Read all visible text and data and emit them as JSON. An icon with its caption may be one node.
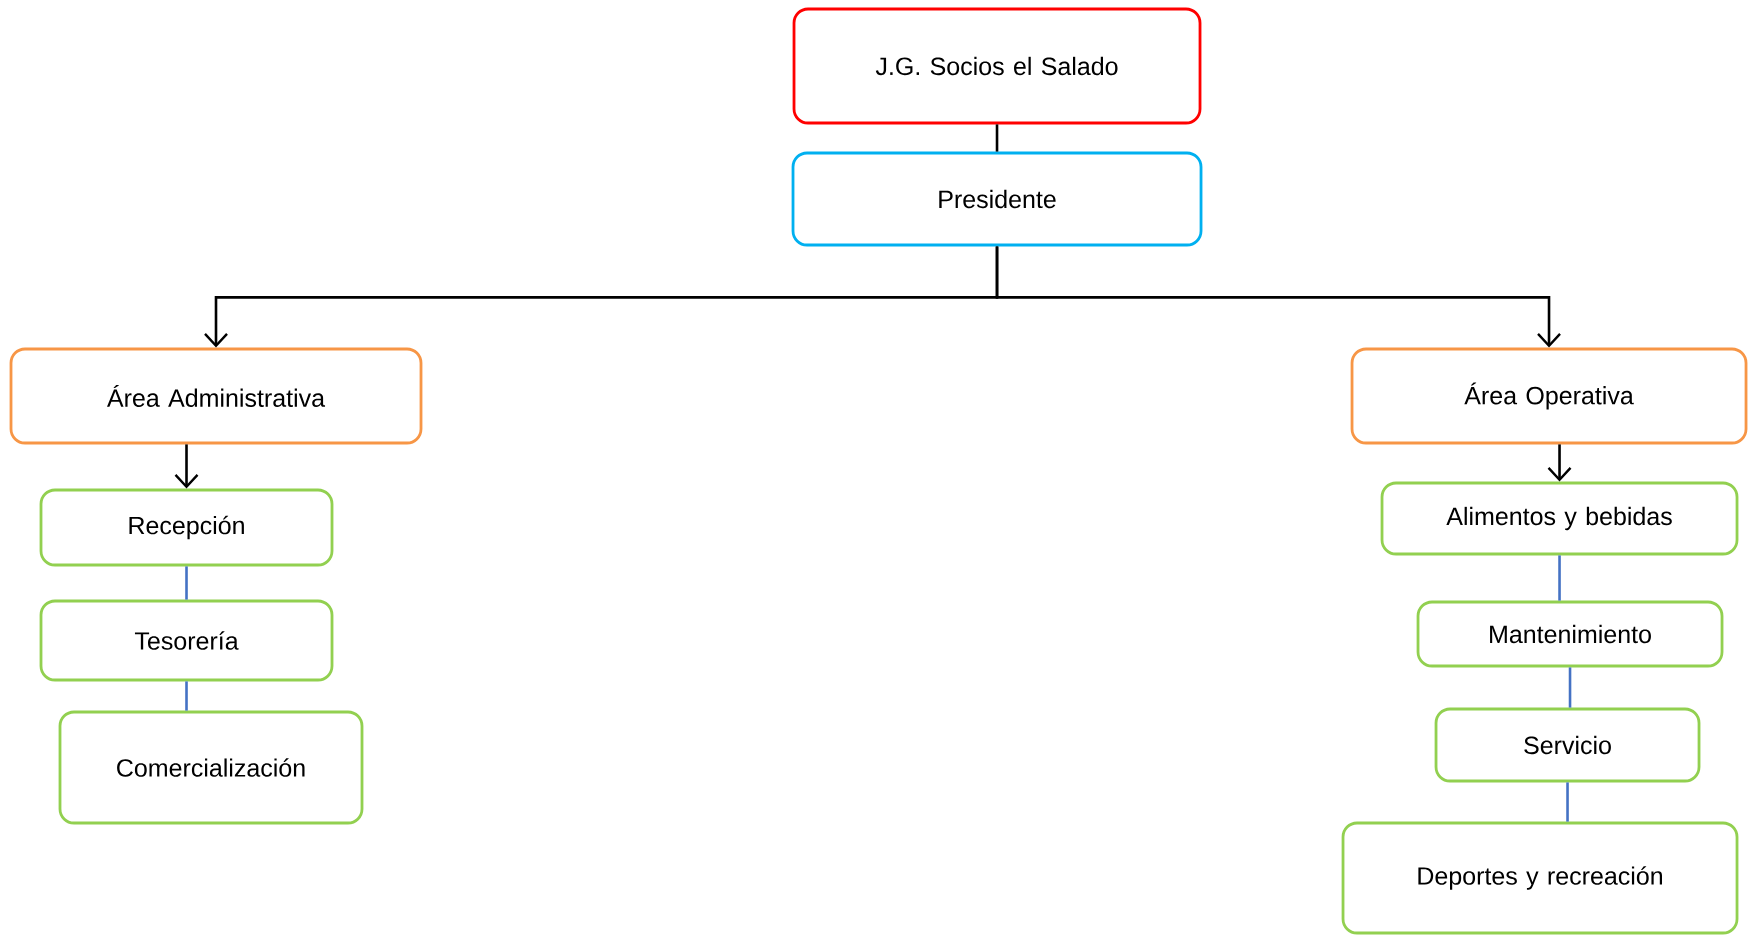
{
  "diagram": {
    "nodes": [
      {
        "text": [
          "J.G. Socios el Salado"
        ]
      },
      {
        "text": [
          "Presidente"
        ]
      },
      {
        "text": [
          "Área Administrativa"
        ]
      },
      {
        "text": [
          "Área Operativa"
        ]
      },
      {
        "text": [
          "Recepción"
        ]
      },
      {
        "text": [
          "Tesorería"
        ]
      },
      {
        "text": [
          "Comercialización"
        ]
      },
      {
        "text": [
          "Alimentos y bebidas"
        ]
      },
      {
        "text": [
          "Mantenimiento"
        ]
      },
      {
        "text": [
          "Servicio"
        ]
      },
      {
        "text": [
          "Deportes y recreación"
        ]
      }
    ],
    "edges": [
      {
        "from": 0,
        "to": 1,
        "arrow": "none"
      },
      {
        "from": 1,
        "to": 2,
        "arrow": "to"
      },
      {
        "from": 1,
        "to": 3,
        "arrow": "to"
      },
      {
        "from": 2,
        "to": 4,
        "arrow": "to"
      },
      {
        "from": 4,
        "to": 5,
        "arrow": "none",
        "color": "#4472c4"
      },
      {
        "from": 5,
        "to": 6,
        "arrow": "none",
        "color": "#4472c4"
      },
      {
        "from": 3,
        "to": 7,
        "arrow": "to"
      },
      {
        "from": 7,
        "to": 8,
        "arrow": "none",
        "color": "#4472c4"
      },
      {
        "from": 8,
        "to": 9,
        "arrow": "none",
        "color": "#4472c4"
      },
      {
        "from": 9,
        "to": 10,
        "arrow": "none",
        "color": "#4472c4"
      }
    ]
  }
}
